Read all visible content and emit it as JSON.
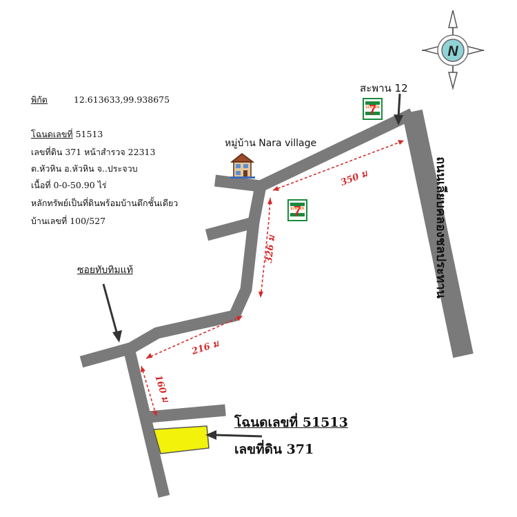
{
  "info": {
    "coord_label": "พิกัด",
    "coord_value": "12.613633,99.938675",
    "deed_label": "โฉนดเลขที่",
    "deed_value": "51513",
    "line_land": "เลขที่ดิน 371 หน้าสำรวจ 22313",
    "line_location": "ต.หัวหิน อ.หัวหิน จ..ประจวบ",
    "line_area": "เนื้อที่ 0-0-50.90 ไร่",
    "line_collateral": "หลักทรัพย์เป็นที่ดินพร้อมบ้านตึกชั้นเดียว",
    "line_house": "บ้านเลขที่ 100/527"
  },
  "labels": {
    "bridge": "สะพาน 12",
    "village": "หมู่บ้าน Nara village",
    "soi": "ซอยทับทิมแท้",
    "main_road": "ถนนเลียบคลองชลประทาน",
    "deed_big": "โฉนดเลขที่ 51513",
    "land_big": "เลขที่ดิน  371"
  },
  "distances": {
    "d1": "350 ม",
    "d2": "326 ม",
    "d3": "216 ม",
    "d4": "160 ม"
  },
  "compass": {
    "letter": "N",
    "color": "#8fd3d6"
  },
  "store_logo": {
    "number": "7",
    "text": "ELEVEN",
    "green": "#1a8a3c",
    "orange": "#f26b21",
    "red": "#d6212b"
  },
  "colors": {
    "road": "#7a7a7a",
    "dist": "#d42a2a",
    "plot": "#f2f20a",
    "arrow": "#333333"
  }
}
